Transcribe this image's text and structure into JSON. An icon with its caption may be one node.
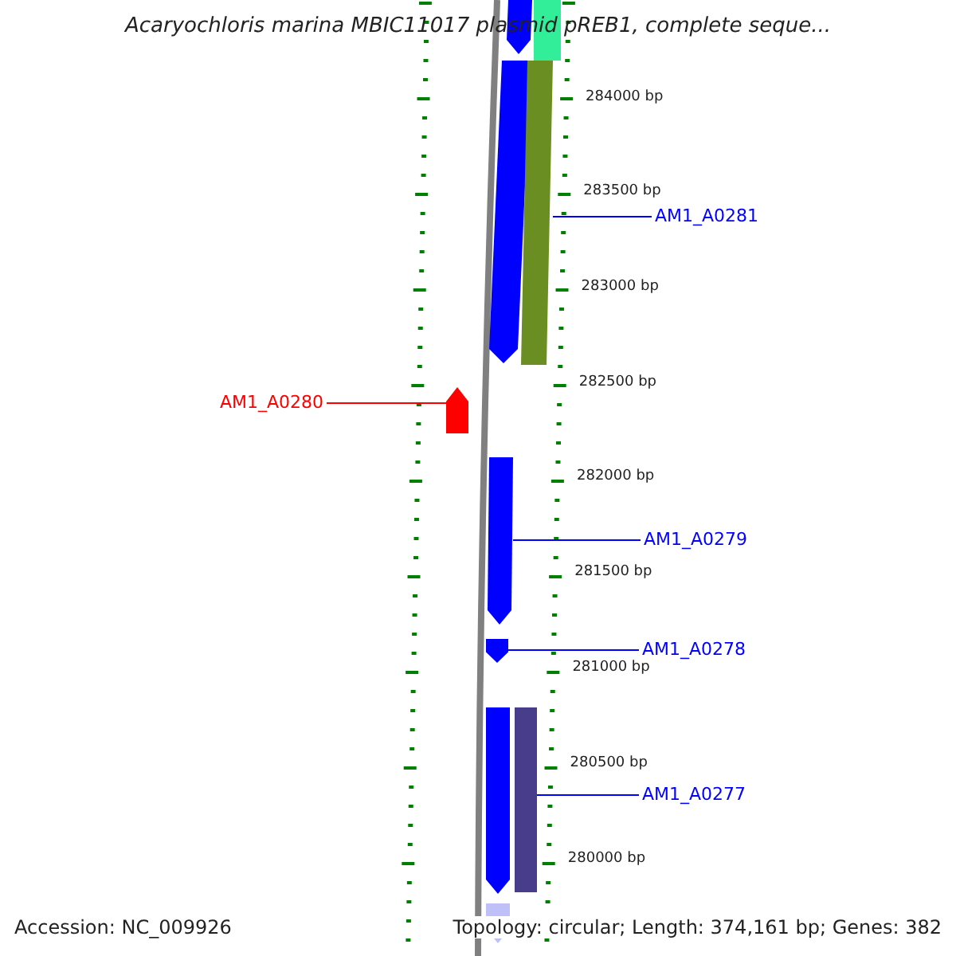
{
  "diagram": {
    "title": "Acaryochloris marina MBIC11017 plasmid pREB1, complete seque...",
    "nodes": [
      {
        "text": [],
        "shape": "arrow"
      },
      {
        "text": [],
        "shape": "bar"
      },
      {
        "text": [],
        "shape": "arrow"
      },
      {
        "text": [],
        "shape": "bar"
      },
      {
        "text": [
          "AM1_A0281"
        ]
      },
      {
        "text": [
          "AM1_A0280"
        ]
      },
      {
        "text": [],
        "shape": "arrow"
      },
      {
        "text": [],
        "shape": "arrow"
      },
      {
        "text": [
          "AM1_A0279"
        ]
      },
      {
        "text": [],
        "shape": "arrow"
      },
      {
        "text": [
          "AM1_A0278"
        ]
      },
      {
        "text": [],
        "shape": "arrow"
      },
      {
        "text": [],
        "shape": "bar"
      },
      {
        "text": [
          "AM1_A0277"
        ]
      },
      {
        "text": [],
        "shape": "arrow"
      }
    ],
    "edges": [
      {
        "from": 4,
        "to": 3,
        "arrow": "none"
      },
      {
        "from": 5,
        "to": 6,
        "arrow": "none",
        "color": "#ff0000"
      },
      {
        "from": 8,
        "to": 7,
        "arrow": "none"
      },
      {
        "from": 10,
        "to": 9,
        "arrow": "none"
      },
      {
        "from": 13,
        "to": 12,
        "arrow": "none"
      }
    ],
    "labels": [
      "284000 bp",
      "283500 bp",
      "283000 bp",
      "282500 bp",
      "282000 bp",
      "281500 bp",
      "281000 bp",
      "280500 bp",
      "280000 bp",
      "Accession: NC_009926",
      "Topology: circular; Length: 374,161 bp; Genes: 382"
    ]
  }
}
